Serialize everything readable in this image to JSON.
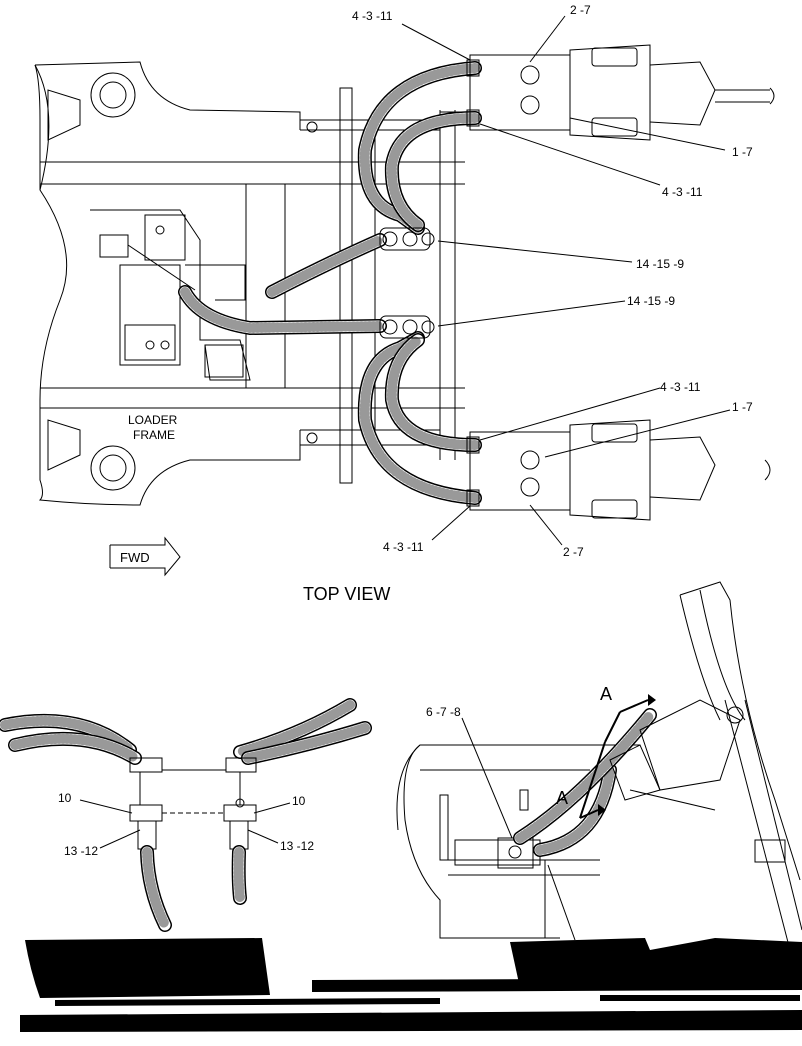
{
  "labels": {
    "hose_clamp_top_top": "4 -3 -11",
    "hose_top": "2 -7",
    "fitting_top": "1 -7",
    "hose_clamp_top_bottom": "4 -3 -11",
    "coupling_upper": "14 -15 -9",
    "coupling_lower": "14 -15 -9",
    "hose_clamp_bot_top": "4 -3 -11",
    "fitting_bot": "1 -7",
    "hose_clamp_bot_bottom": "4 -3 -11",
    "hose_bot": "2 -7",
    "loader_frame_line1": "LOADER",
    "loader_frame_line2": "FRAME",
    "fwd": "FWD",
    "top_view": "TOP VIEW",
    "left_tee_left": "10",
    "left_tee_right": "10",
    "left_nut_left": "13 -12",
    "left_nut_right": "13 -12",
    "side_assembly": "6 -7 -8",
    "section_a_top": "A",
    "section_a_bottom": "A"
  }
}
